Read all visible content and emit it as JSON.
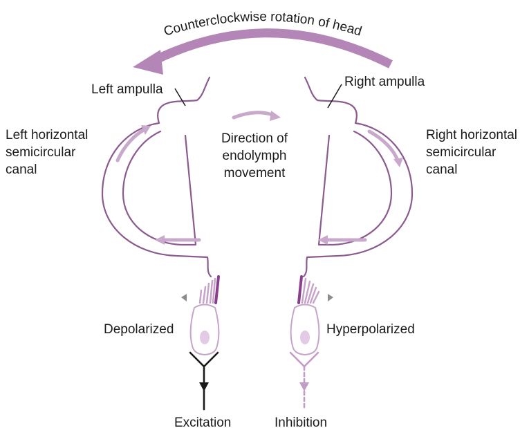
{
  "labels": {
    "rotation": "Counterclockwise rotation of head",
    "left_ampulla": "Left ampulla",
    "right_ampulla": "Right ampulla",
    "left_canal": [
      "Left horizontal",
      "semicircular",
      "canal"
    ],
    "right_canal": [
      "Right horizontal",
      "semicircular",
      "canal"
    ],
    "endolymph": [
      "Direction of",
      "endolymph",
      "movement"
    ],
    "depolarized": "Depolarized",
    "hyperpolarized": "Hyperpolarized",
    "excitation": "Excitation",
    "inhibition": "Inhibition"
  },
  "colors": {
    "canal": "#8b5a8f",
    "rotation_arrow": "#b486b8",
    "flow_arrow": "#c8a9cc",
    "cell_outline": "#c6a4c9",
    "nucleus": "#e3cbe5",
    "kinocilium": "#8a3f8e",
    "excitation_neuron": "#1a1a1a",
    "inhibition_neuron": "#c39bc7",
    "tilt_arrow": "#8c8c8c"
  }
}
